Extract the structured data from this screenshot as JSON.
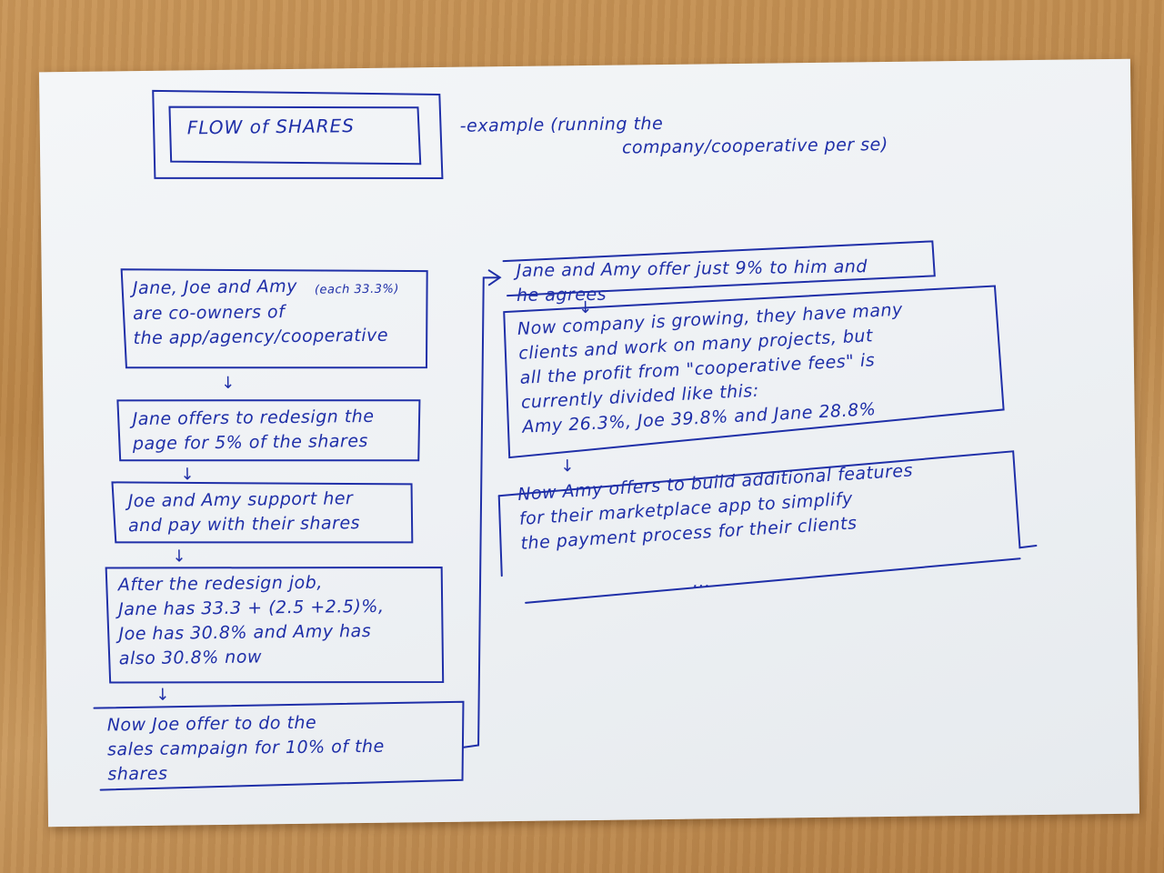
{
  "title": "FLOW of SHARES",
  "subtitle_line1": "-example  (running the",
  "subtitle_line2": "company/cooperative per se)",
  "boxes": [
    {
      "text": "Jane, Joe and Amy",
      "note": "(each 33.3%)",
      "text2": "are  co-owners of\nthe app/agency/cooperative"
    },
    {
      "text": "Jane offers to redesign the\npage for 5% of the shares"
    },
    {
      "text": "Joe and Amy  support her\nand pay with their shares"
    },
    {
      "text": "After the redesign job,\nJane has  33.3 + (2.5 +2.5)%,\nJoe has 30.8% and Amy has\nalso   30.8% now"
    },
    {
      "text": "Now Joe offer to do the\nsales campaign for 10% of the\nshares"
    },
    {
      "text": "Jane and Amy offer just 9% to him and\nhe agrees"
    },
    {
      "text": "Now company is growing, they have many\nclients and work on  many projects, but\nall the profit from \"cooperative fees\" is\ncurrently divided like this:\n    Amy  26.3%, Joe 39.8% and Jane 28.8%"
    },
    {
      "text": "Now Amy offers to build additional features\nfor their marketplace app to simplify\nthe payment process for their clients"
    }
  ],
  "ellipsis": "...",
  "arrow_glyph": "↓"
}
